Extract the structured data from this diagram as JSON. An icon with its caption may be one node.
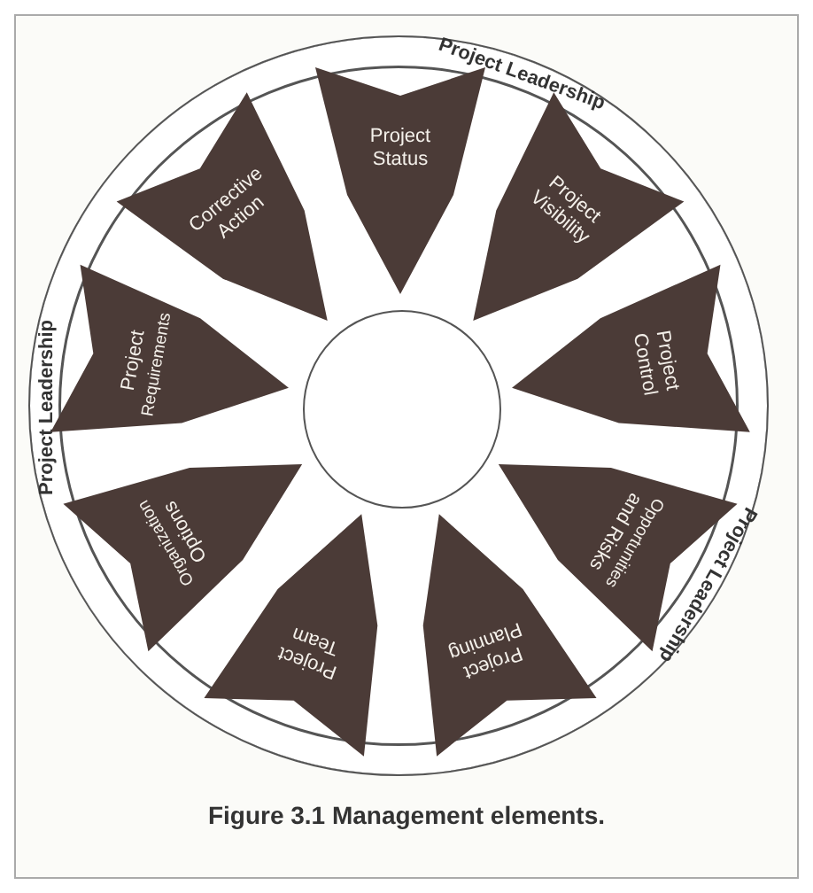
{
  "diagram": {
    "caption": "Figure 3.1 Management elements.",
    "nodes": [
      {
        "text": [
          "Project Leadership",
          "Project Leadership",
          "Project Leadership"
        ]
      },
      {
        "text": [
          "Project Status"
        ],
        "in": 0
      },
      {
        "text": [
          "Project Visibility"
        ],
        "in": 0
      },
      {
        "text": [
          "Project Control"
        ],
        "in": 0
      },
      {
        "text": [
          "Opportunities and Risks"
        ],
        "in": 0
      },
      {
        "text": [
          "Project Planning"
        ],
        "in": 0
      },
      {
        "text": [
          "Project Team"
        ],
        "in": 0
      },
      {
        "text": [
          "Organization Options"
        ],
        "in": 0
      },
      {
        "text": [
          "Project Requirements"
        ],
        "in": 0
      },
      {
        "text": [
          "Corrective Action"
        ],
        "in": 0
      },
      {
        "text": [],
        "shape": "circle",
        "in": 0
      }
    ]
  }
}
